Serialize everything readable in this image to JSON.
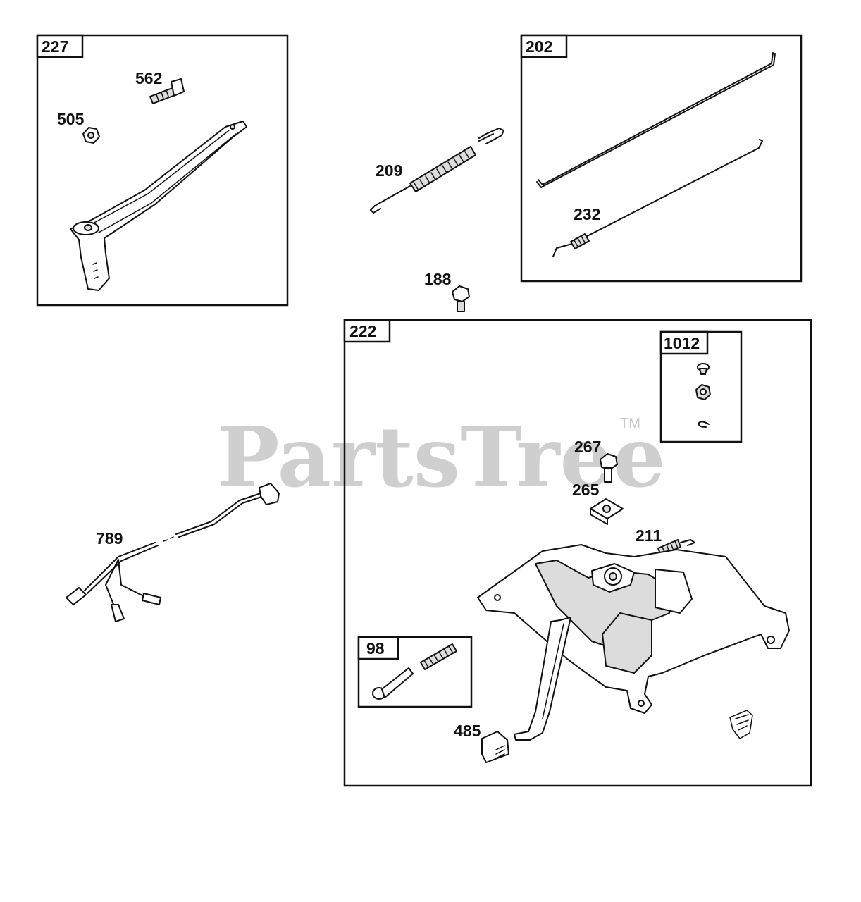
{
  "watermark": {
    "text": "PartsTree",
    "trademark": "TM"
  },
  "groups": [
    {
      "id": "group-227",
      "label": "227"
    },
    {
      "id": "group-202",
      "label": "202"
    },
    {
      "id": "group-222",
      "label": "222"
    },
    {
      "id": "group-1012",
      "label": "1012"
    },
    {
      "id": "group-98",
      "label": "98"
    }
  ],
  "callouts": {
    "c562": "562",
    "c505": "505",
    "c209": "209",
    "c232": "232",
    "c188": "188",
    "c267": "267",
    "c265": "265",
    "c211": "211",
    "c789": "789",
    "c485": "485"
  }
}
